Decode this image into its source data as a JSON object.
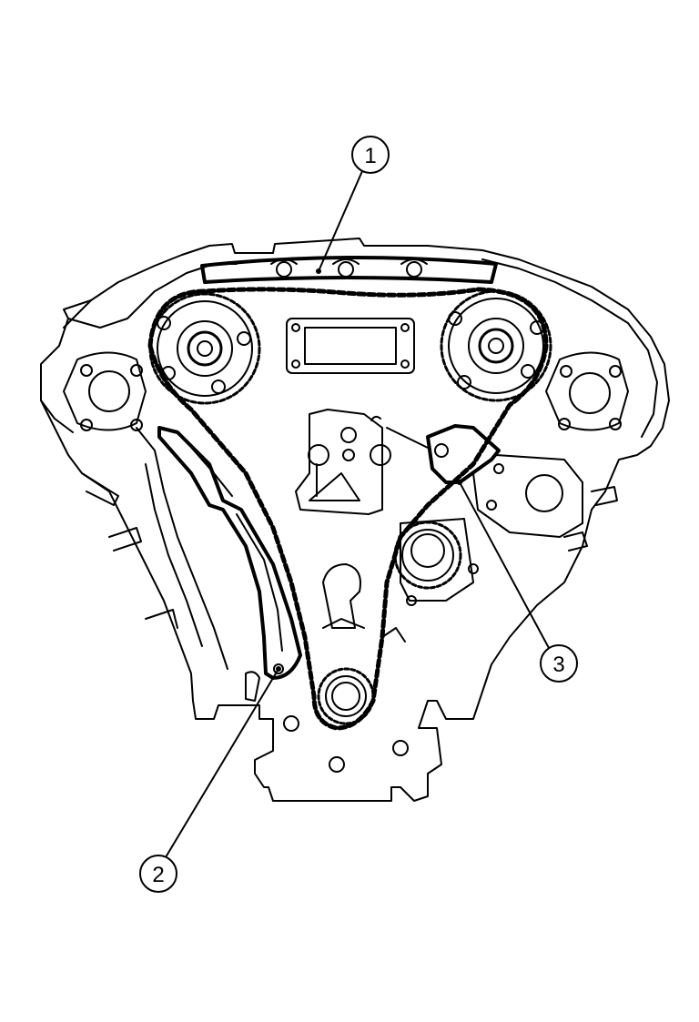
{
  "diagram": {
    "callouts": [
      {
        "label": "1"
      },
      {
        "label": "2"
      },
      {
        "label": "3"
      }
    ]
  },
  "colors": {
    "line": "#000000",
    "background": "#ffffff"
  }
}
